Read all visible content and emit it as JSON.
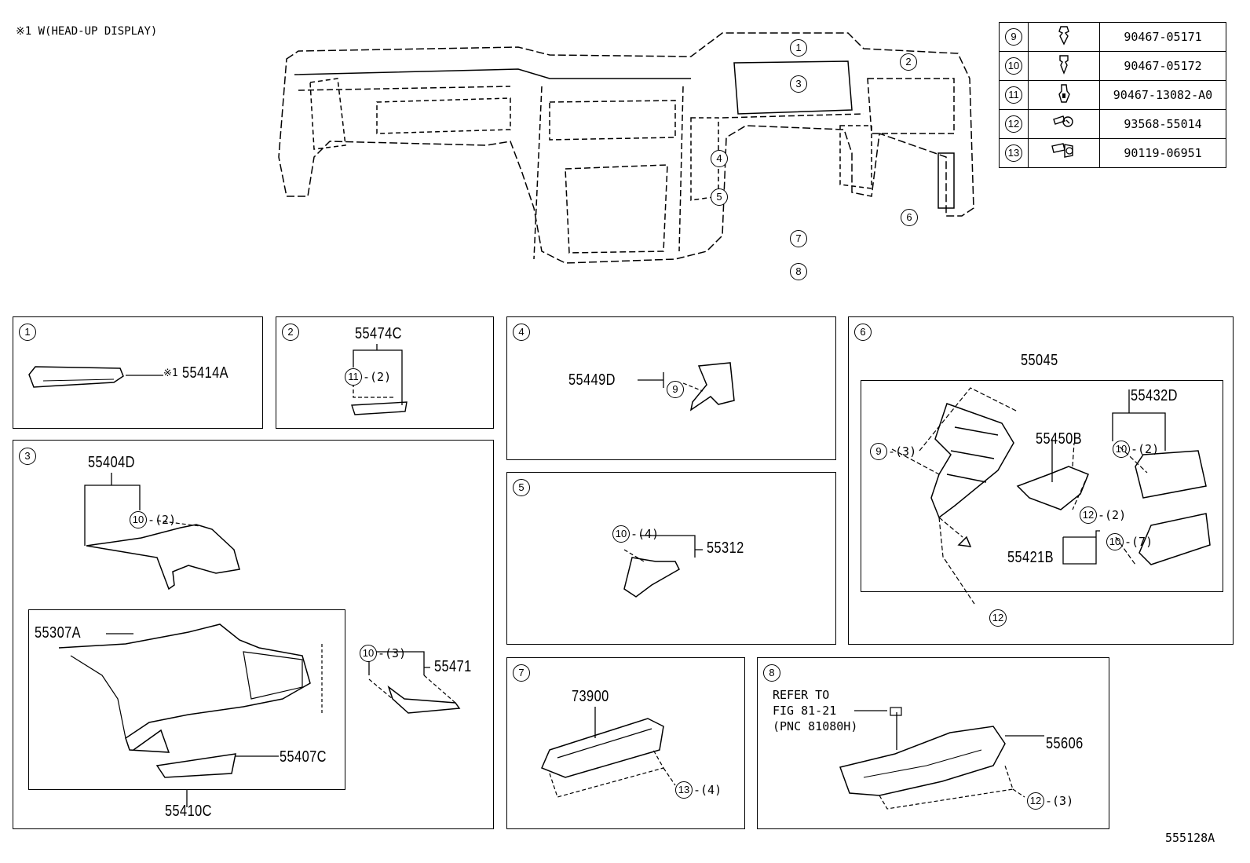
{
  "note": "※1 W(HEAD-UP DISPLAY)",
  "figure_code": "555128A",
  "fasteners": [
    {
      "ref": "9",
      "icon": "clip-icon",
      "part": "90467-05171"
    },
    {
      "ref": "10",
      "icon": "clip-icon",
      "part": "90467-05172"
    },
    {
      "ref": "11",
      "icon": "clip-icon",
      "part": "90467-13082-A0"
    },
    {
      "ref": "12",
      "icon": "screw-icon",
      "part": "93568-55014"
    },
    {
      "ref": "13",
      "icon": "bolt-icon",
      "part": "90119-06951"
    }
  ],
  "overview_callouts": [
    "1",
    "2",
    "3",
    "4",
    "5",
    "6",
    "7",
    "8"
  ],
  "panels": {
    "p1": {
      "ref": "1",
      "part": "55414A",
      "mark": "※1"
    },
    "p2": {
      "ref": "2",
      "part": "55474C",
      "fastener": "11",
      "qty": "-(2)"
    },
    "p3": {
      "ref": "3",
      "part_top": "55404D",
      "f_top": "10",
      "q_top": "-(2)",
      "part_clip": "55307A",
      "part_vent": "55407C",
      "part_asm": "55410C",
      "part_side": "55471",
      "f_side": "10",
      "q_side": "-(3)"
    },
    "p4": {
      "ref": "4",
      "part": "55449D",
      "fastener": "9"
    },
    "p5": {
      "ref": "5",
      "part": "55312",
      "fastener": "10",
      "qty": "-(4)"
    },
    "p6": {
      "ref": "6",
      "part_asm": "55045",
      "f_main": "9",
      "q_main": "-(3)",
      "part_b": "55450B",
      "f_b": "12",
      "q_b": "-(2)",
      "part_d": "55432D",
      "f_d": "10",
      "q_d": "-(2)",
      "part_c": "55421B",
      "f_c": "10",
      "q_c": "-(7)",
      "f_bottom": "12"
    },
    "p7": {
      "ref": "7",
      "part": "73900",
      "fastener": "13",
      "qty": "-(4)"
    },
    "p8": {
      "ref": "8",
      "ref_line1": "REFER TO",
      "ref_line2": "FIG 81-21",
      "ref_line3": "(PNC 81080H)",
      "part": "55606",
      "fastener": "12",
      "qty": "-(3)"
    }
  }
}
